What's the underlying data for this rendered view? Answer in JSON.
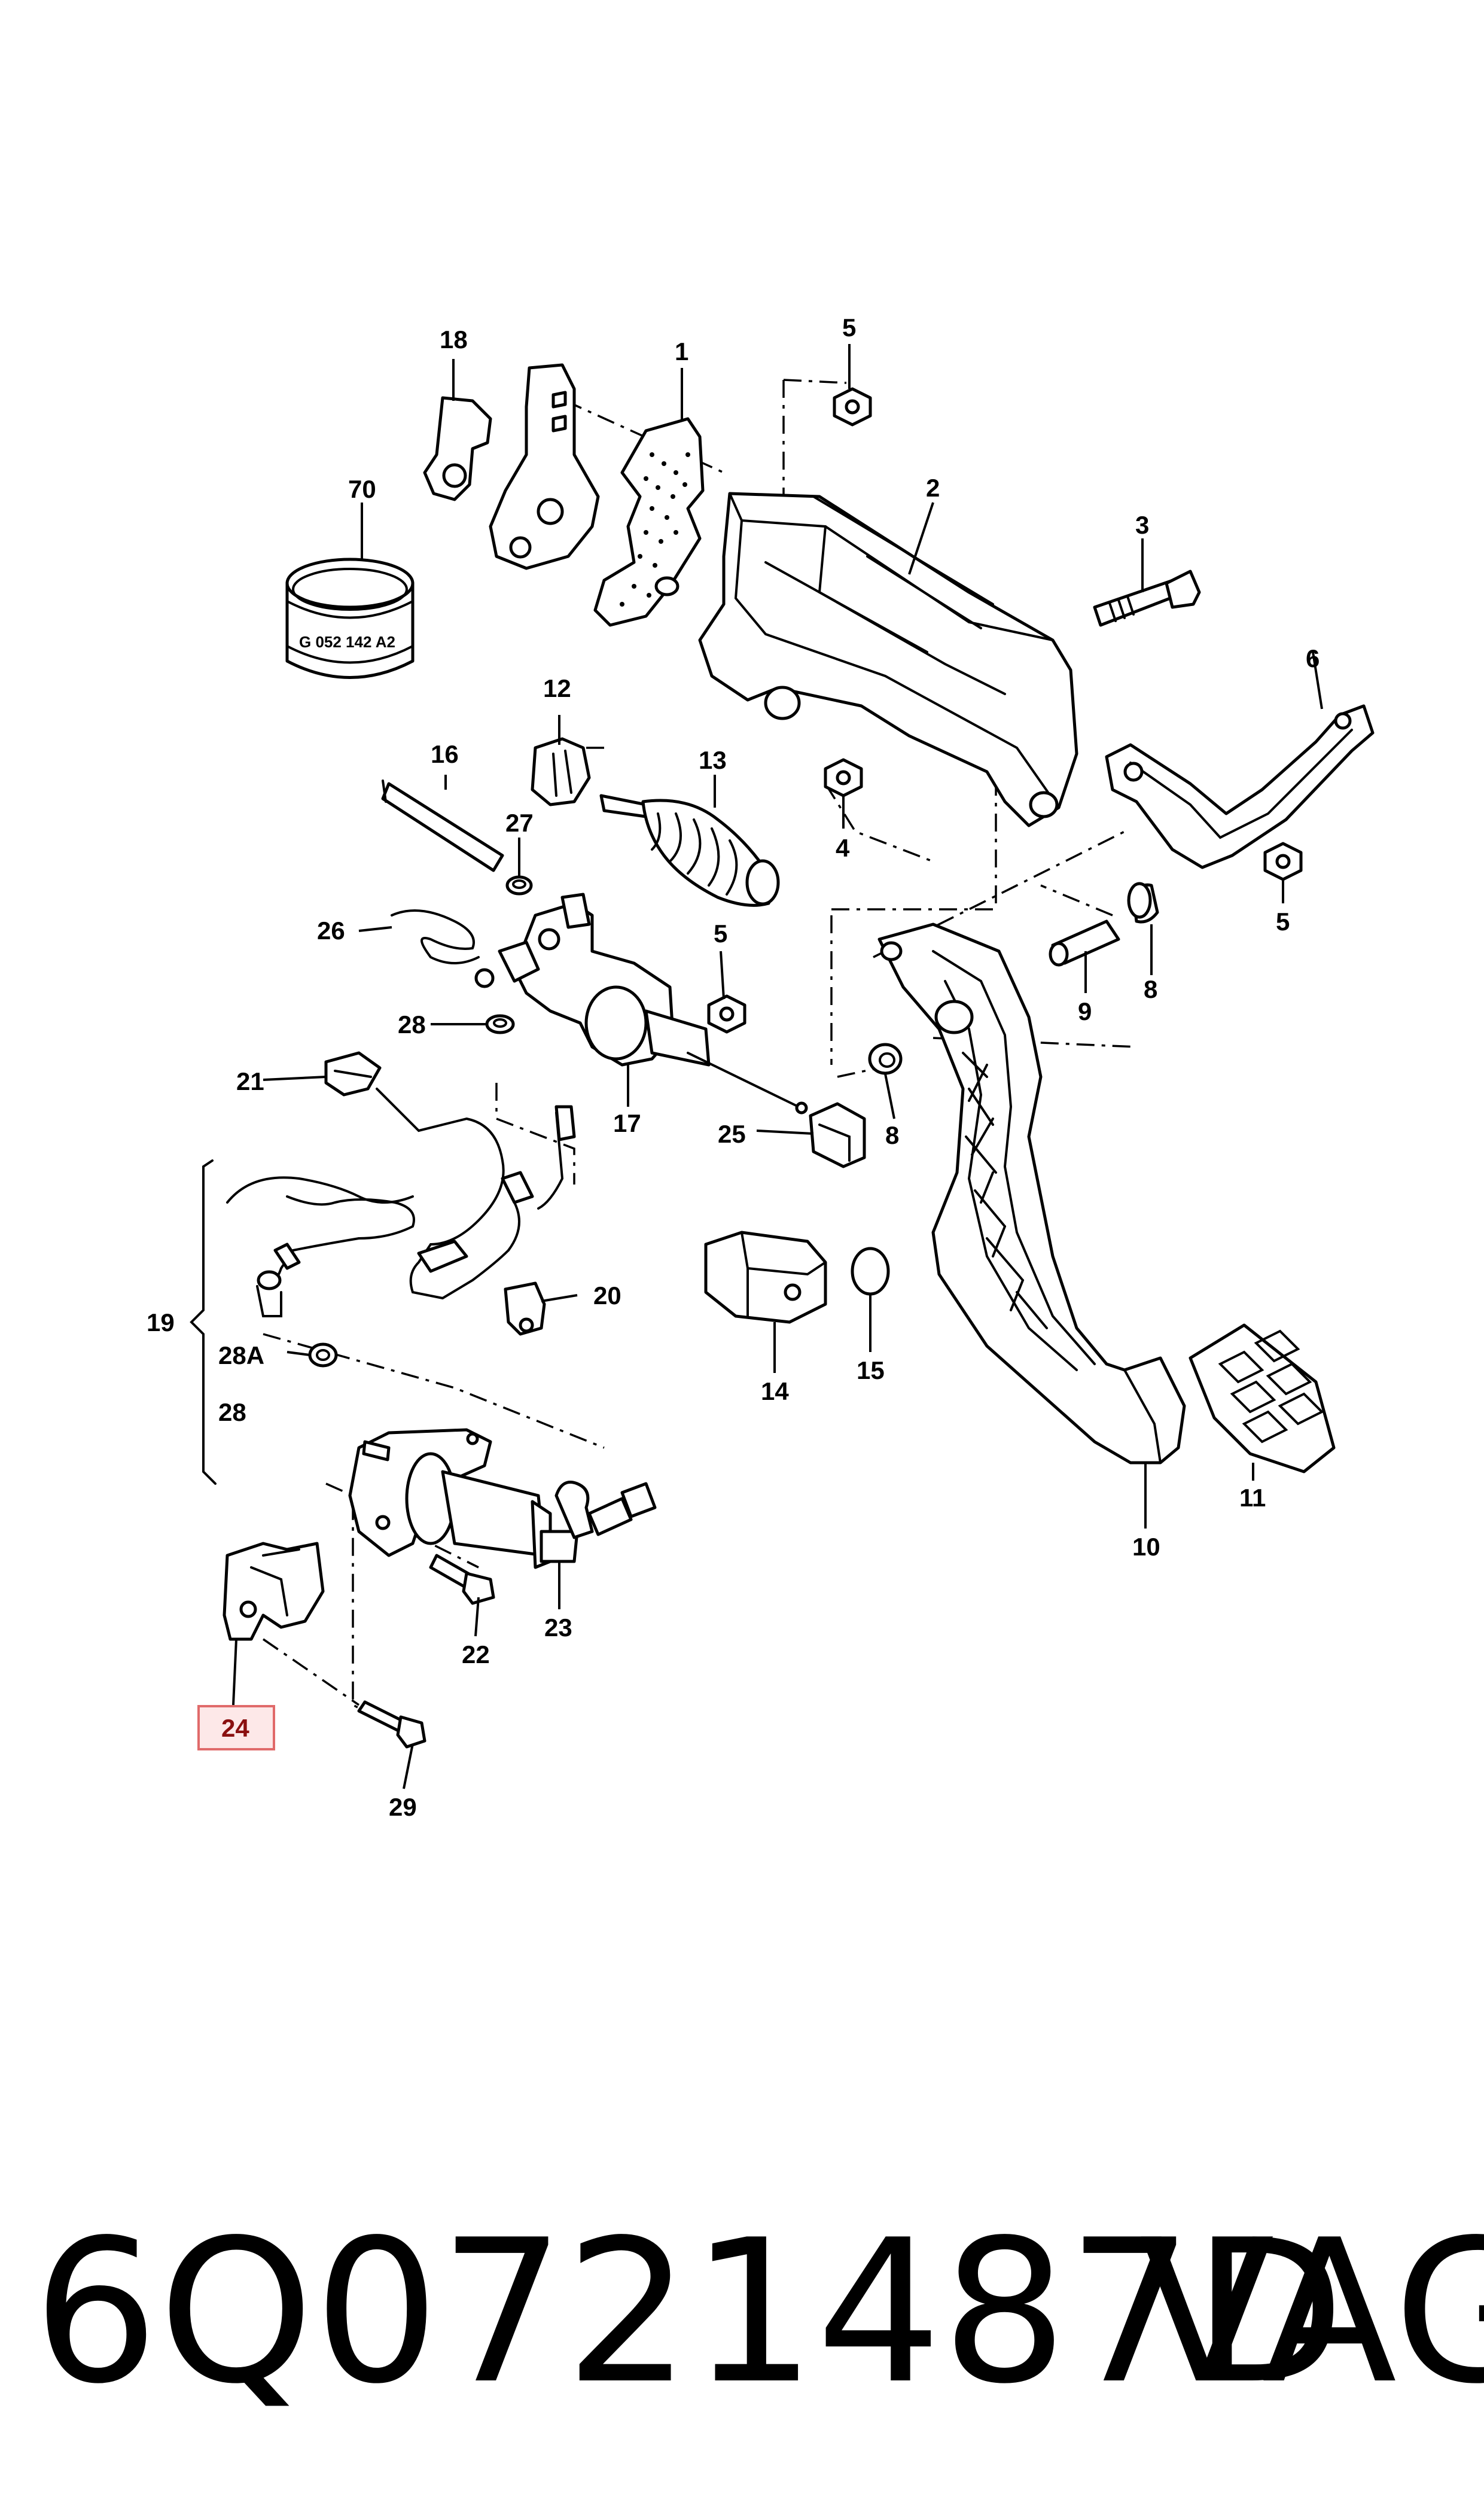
{
  "diagram": {
    "callouts": {
      "c1": "1",
      "c2": "2",
      "c3": "3",
      "c4": "4",
      "c5a": "5",
      "c5b": "5",
      "c5c": "5",
      "c6": "6",
      "c8a": "8",
      "c8b": "8",
      "c9": "9",
      "c10": "10",
      "c11": "11",
      "c12": "12",
      "c13": "13",
      "c14": "14",
      "c15": "15",
      "c16": "16",
      "c17": "17",
      "c18": "18",
      "c19": "19",
      "c20": "20",
      "c21": "21",
      "c22": "22",
      "c23": "23",
      "c24": "24",
      "c25": "25",
      "c26": "26",
      "c27": "27",
      "c28a": "28",
      "c28A": "28A",
      "c28b": "28",
      "c29": "29",
      "c70": "70"
    },
    "sleeve_marking": "G 052 142 A2",
    "highlighted_callout": "24",
    "highlight_color": "#e06a6a"
  },
  "footer": {
    "part_number": "6Q0721487D",
    "brand": "VAG"
  }
}
